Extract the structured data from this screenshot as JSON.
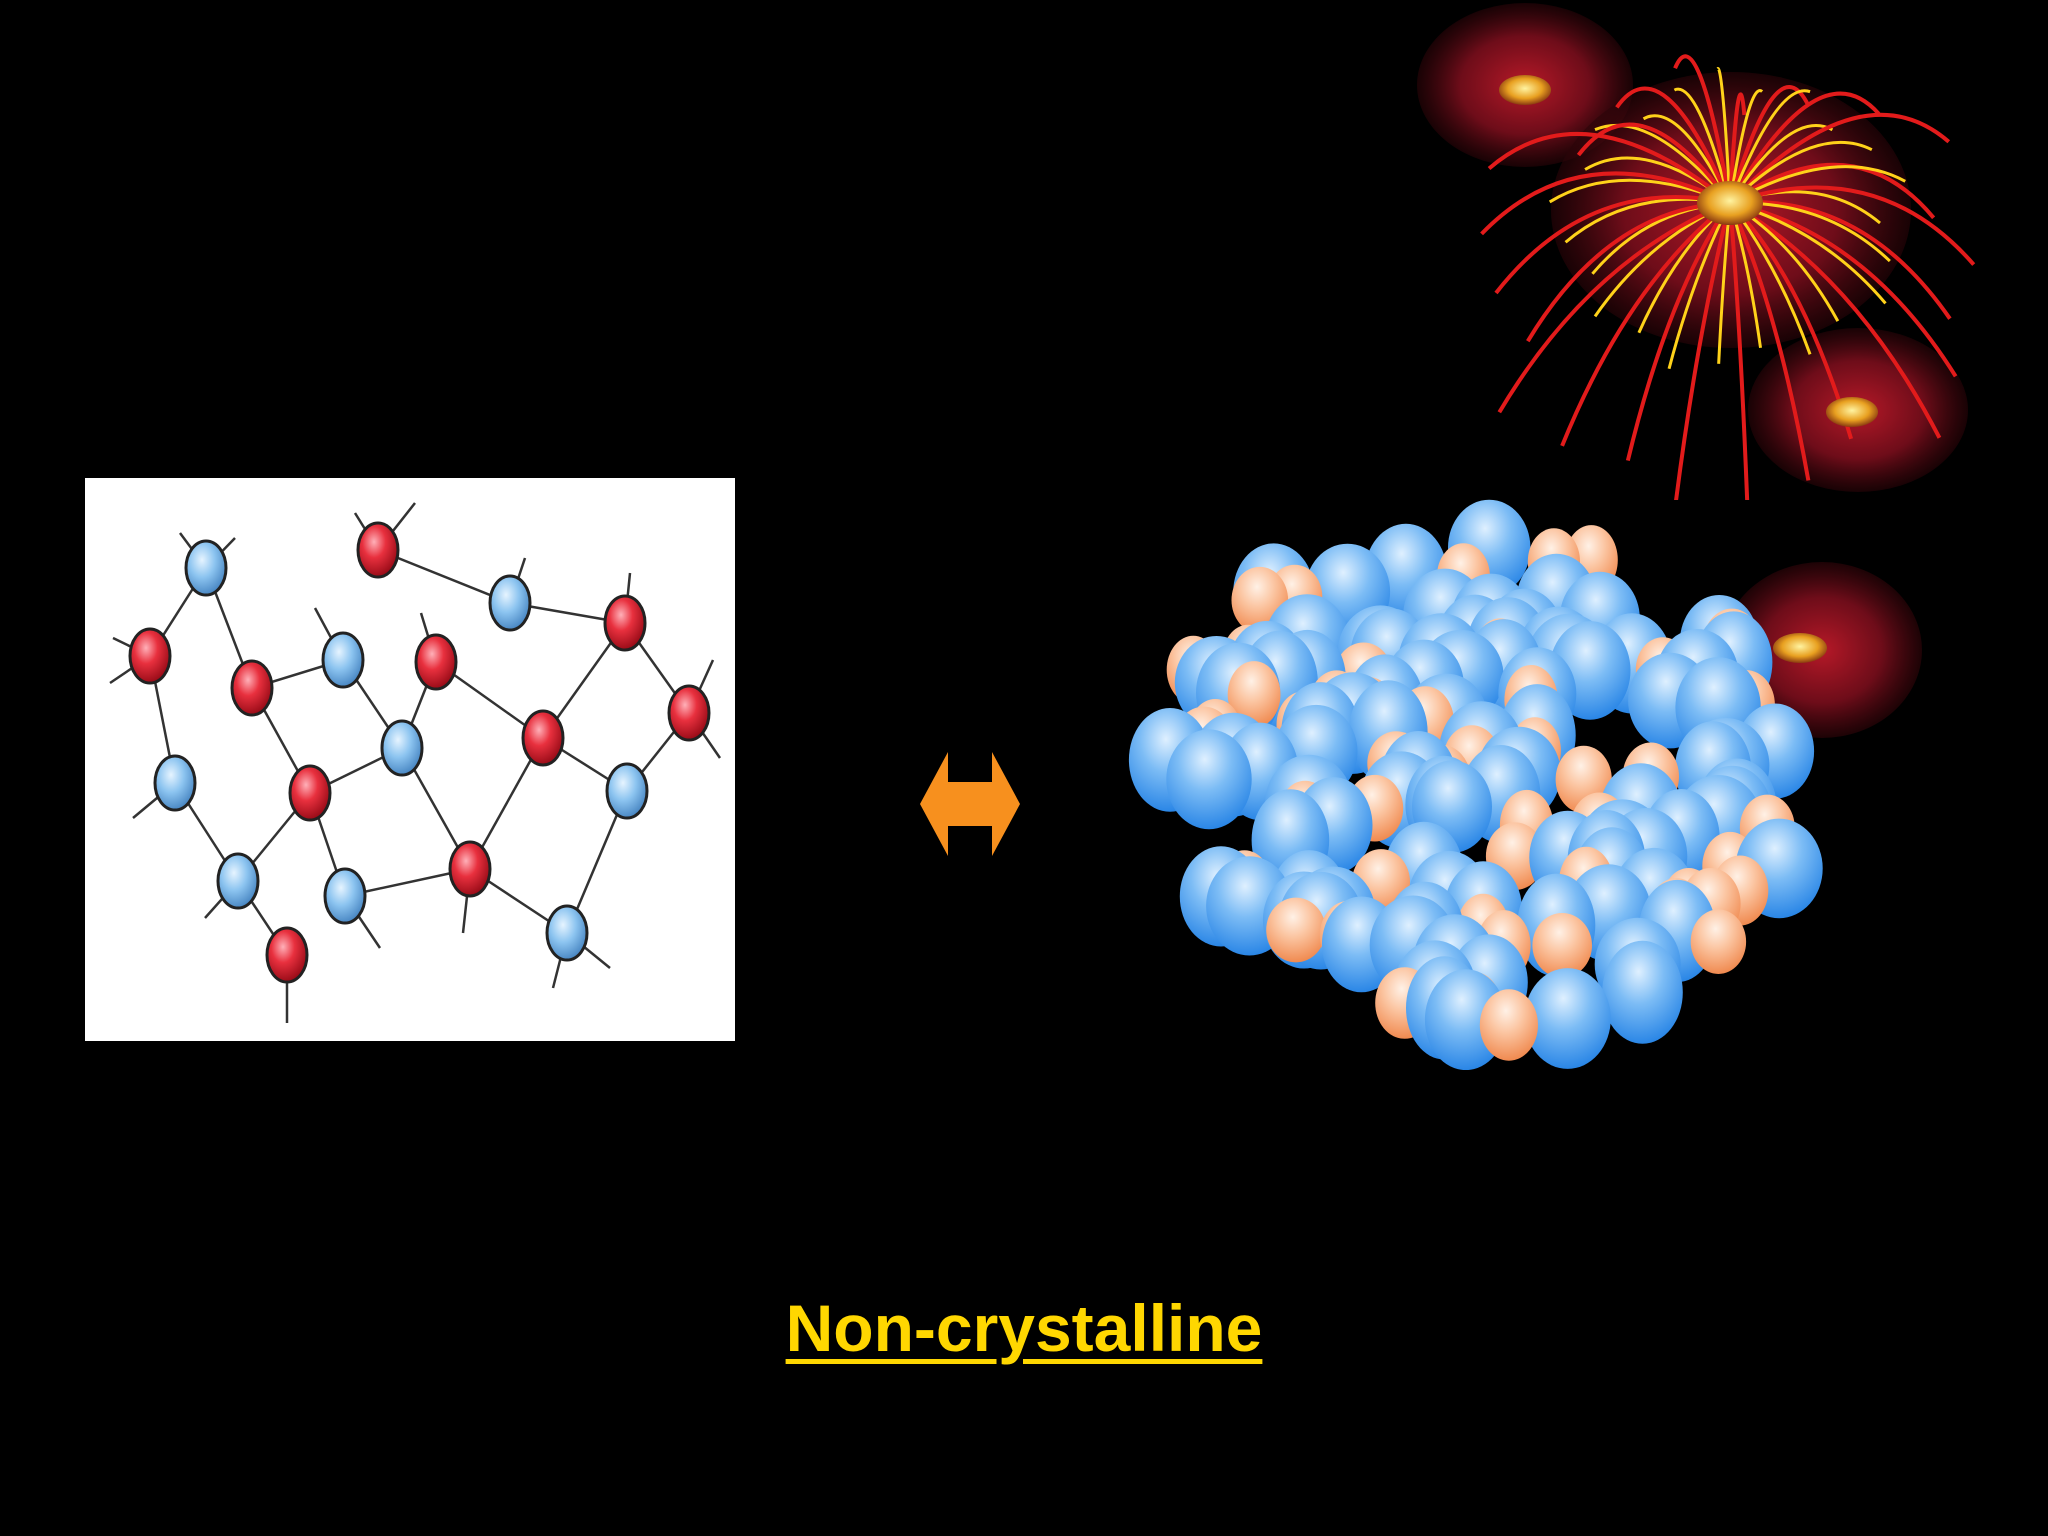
{
  "slide": {
    "caption": "Non-crystalline"
  },
  "colors": {
    "background": "#000000",
    "caption": "#FFD700",
    "atom_red": "#E02030",
    "atom_blue": "#6FB2EA",
    "sphere_blue": "#3D9AF0",
    "sphere_orange": "#F7A472",
    "arrow": "#F7901E",
    "firework_red": "#E21B1B",
    "firework_yellow": "#FFD21A"
  },
  "icons": {
    "arrow": "double-headed-arrow-icon",
    "firework": "firework-clipart",
    "network": "amorphous-network-diagram",
    "cluster": "random-sphere-packing"
  }
}
